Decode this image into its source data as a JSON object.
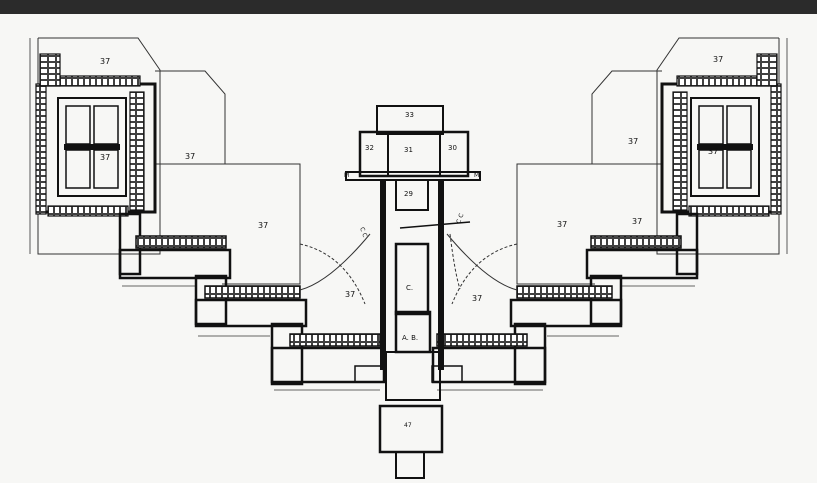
{
  "labels": {
    "room_37": "37",
    "room_33": "33",
    "room_32": "32",
    "room_31": "31",
    "room_30": "30",
    "room_29": "29",
    "room_c": "C.",
    "room_ab": "A. B.",
    "room_47": "47",
    "room_m": "M",
    "room_cc": "C C"
  },
  "colors": {
    "ink": "#111111",
    "paper": "#f7f7f5",
    "bar": "#2b2b2b"
  }
}
